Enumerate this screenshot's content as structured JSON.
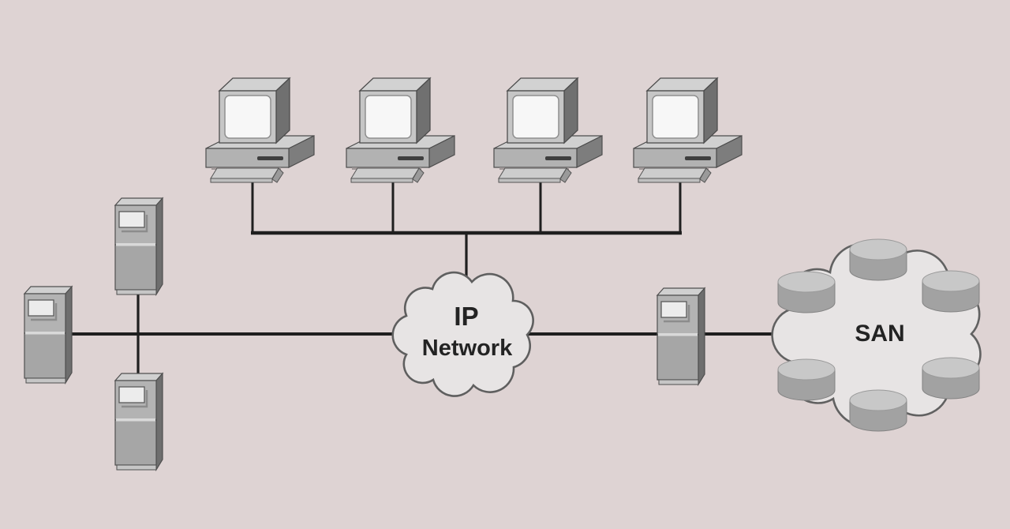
{
  "diagram": {
    "labels": {
      "ip_network_line1": "IP",
      "ip_network_line2": "Network",
      "san": "SAN"
    },
    "colors": {
      "background": "#ded3d3",
      "link_line": "#1f1f1f",
      "cloud_fill": "#e7e4e4",
      "cloud_stroke": "#5f5f5f",
      "device_front": "#b3b3b3",
      "device_top": "#d1d1d1",
      "device_side": "#6f6f6f",
      "screen": "#f7f7f7",
      "disk_top": "#c8c8c8",
      "disk_body": "#a2a2a2",
      "label_text": "#232323"
    },
    "nodes": {
      "workstations": {
        "type": "desktop-pc",
        "count": 4
      },
      "left_servers": {
        "type": "tower-server",
        "count": 3
      },
      "gateway_server": {
        "type": "tower-server",
        "count": 1
      },
      "ip_network_cloud": {
        "type": "network-cloud"
      },
      "san_cloud": {
        "type": "storage-cloud",
        "disk_count": 6
      }
    }
  }
}
